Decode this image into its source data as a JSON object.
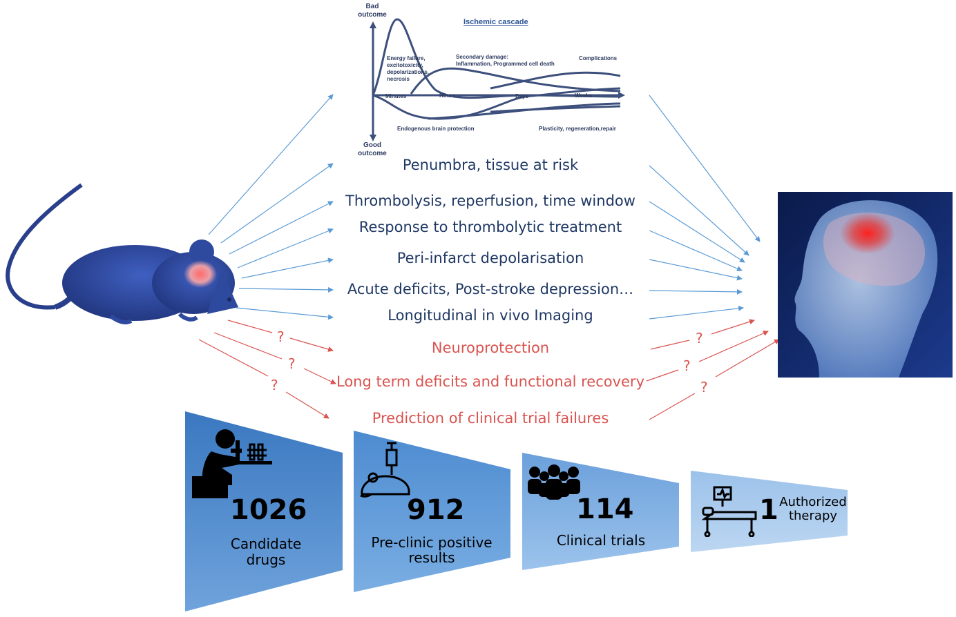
{
  "cascade": {
    "title": "Ischemic cascade",
    "y_top": "Bad outcome",
    "y_bottom": "Good outcome",
    "time_labels": [
      "Minutes",
      "Hours",
      "Days",
      "Weeks"
    ],
    "energy": "Energy failure, excitotoxicity, depolarizations, necrosis",
    "secondary_1": "Secondary damage:",
    "secondary_2": "Inflammation, Programmed cell death",
    "complications": "Complications",
    "endogenous": "Endogenous brain protection",
    "plasticity": "Plasticity, regeneration,repair"
  },
  "topics": [
    {
      "label": "Penumbra, tissue at risk",
      "status": "translates"
    },
    {
      "label": "Thrombolysis, reperfusion, time window",
      "status": "translates"
    },
    {
      "label": "Response to thrombolytic treatment",
      "status": "translates"
    },
    {
      "label": "Peri-infarct depolarisation",
      "status": "translates"
    },
    {
      "label": "Acute deficits, Post-stroke depression…",
      "status": "translates"
    },
    {
      "label": "Longitudinal in vivo Imaging",
      "status": "translates"
    },
    {
      "label": "Neuroprotection",
      "status": "uncertain"
    },
    {
      "label": "Long term deficits and functional recovery",
      "status": "uncertain"
    },
    {
      "label": "Prediction of clinical trial failures",
      "status": "uncertain"
    }
  ],
  "question_mark": "?",
  "funnel": [
    {
      "count": "1026",
      "label_1": "Candidate",
      "label_2": "drugs",
      "icon": "researcher-microscope-icon"
    },
    {
      "count": "912",
      "label_1": "Pre-clinic positive",
      "label_2": "results",
      "icon": "mouse-syringe-icon"
    },
    {
      "count": "114",
      "label_1": "Clinical trials",
      "label_2": "",
      "icon": "people-group-icon"
    },
    {
      "count": "1",
      "label_1": "Authorized",
      "label_2": "therapy",
      "icon": "hospital-bed-icon"
    }
  ],
  "colors": {
    "blue_arrow": "#5b9bd5",
    "red_arrow": "#d9534f",
    "navy_text": "#1f3864",
    "red_text": "#d9534f",
    "mouse": "#2e4a9e"
  }
}
